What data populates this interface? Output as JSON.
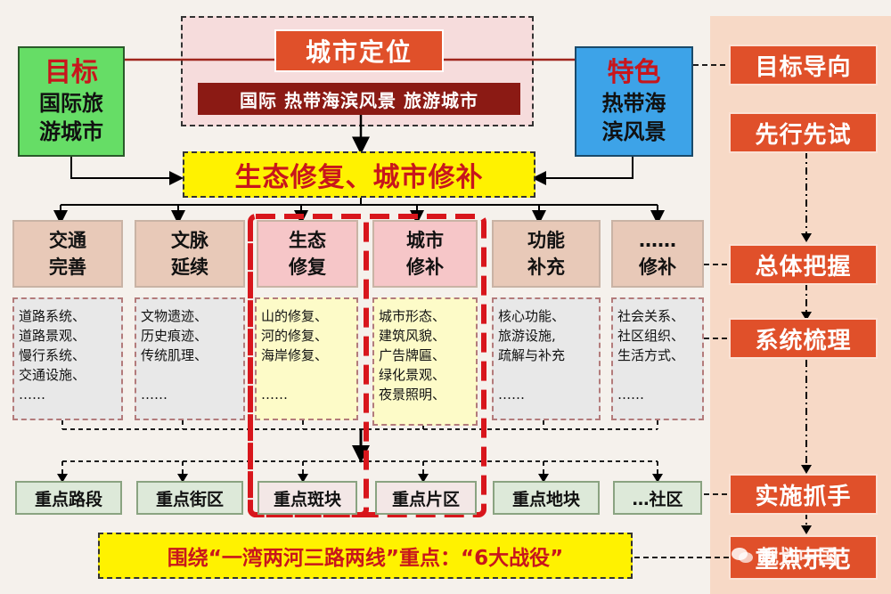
{
  "positioning": {
    "title": "城市定位",
    "subtitle": "国际 热带海滨风景 旅游城市"
  },
  "goal": {
    "title": "目标",
    "text": "国际旅\n游城市"
  },
  "feature": {
    "title": "特色",
    "text": "热带海\n滨风景"
  },
  "theme": "生态修复、城市修补",
  "topics": [
    {
      "label": "交通\n完善",
      "details": "道路系统、\n道路景观、\n慢行系统、\n交通设施、\n……"
    },
    {
      "label": "文脉\n延续",
      "details": "文物遗迹、\n历史痕迹、\n传统肌理、\n\n……"
    },
    {
      "label": "生态\n修复",
      "details": "山的修复、\n河的修复、\n海岸修复、\n\n……"
    },
    {
      "label": "城市\n修补",
      "details": "城市形态、\n建筑风貌、\n广告牌匾、\n绿化景观、\n夜景照明、"
    },
    {
      "label": "功能\n补充",
      "details": "核心功能、\n旅游设施,\n疏解与补充\n\n……"
    },
    {
      "label": "……\n修补",
      "details": "社会关系、\n社区组织、\n生活方式、\n\n……"
    }
  ],
  "focus_areas": [
    "重点路段",
    "重点街区",
    "重点斑块",
    "重点片区",
    "重点地块",
    "…社区"
  ],
  "campaign": "围绕“一湾两河三路两线”重点：“6大战役”",
  "steps": [
    "目标导向",
    "先行先试",
    "总体把握",
    "系统梳理",
    "实施抓手",
    "重点示范"
  ],
  "watermark": "规划中国",
  "colors": {
    "accent_orange": "#e0502a",
    "dark_red": "#8b1a14",
    "goal_green": "#66dd66",
    "feature_blue": "#3da3e8",
    "theme_yellow": "#fff200",
    "highlight_red": "#d8161c"
  }
}
